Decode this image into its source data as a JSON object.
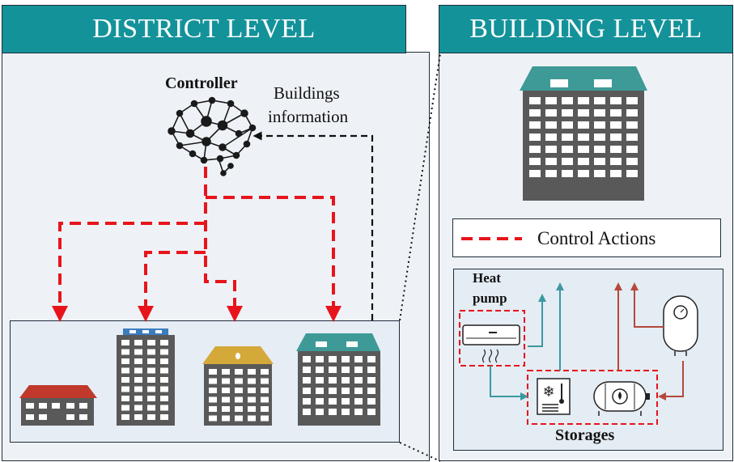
{
  "district": {
    "title": "DISTRICT LEVEL"
  },
  "building": {
    "title": "BUILDING LEVEL"
  },
  "controller": {
    "label": "Controller"
  },
  "info": {
    "line1": "Buildings",
    "line2": "information"
  },
  "legend": {
    "label": "Control Actions"
  },
  "heat_pump": {
    "line1": "Heat",
    "line2": "pump"
  },
  "storages": {
    "label": "Storages"
  },
  "colors": {
    "header_teal": "#14929a",
    "control_red": "#e8141b",
    "building_gray": "#595959",
    "roof_red": "#c0392b",
    "roof_gold": "#d4a93a",
    "roof_teal": "#3e9a96",
    "roof_blue": "#3b7dbf",
    "flow_teal": "#3a9aa0",
    "flow_brown": "#b5483a"
  }
}
